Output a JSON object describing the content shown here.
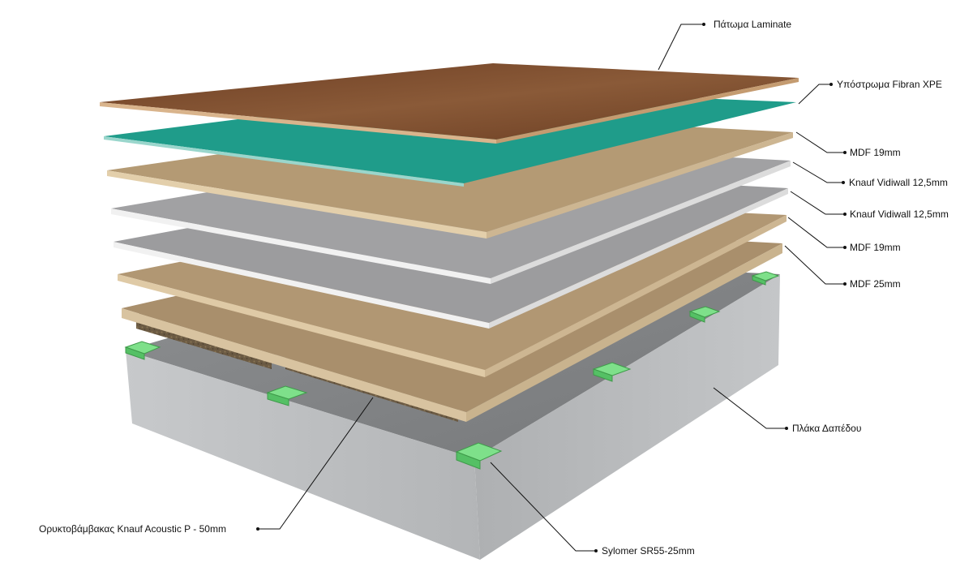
{
  "diagram": {
    "layers": [
      {
        "id": "laminate",
        "label": "Πάτωμα Laminate",
        "color": "#7a4a2c"
      },
      {
        "id": "underlay",
        "label": "Υπόστρωμα Fibran XPE",
        "color": "#1f9c8a"
      },
      {
        "id": "mdf19-top",
        "label": "MDF 19mm",
        "color": "#b49a74"
      },
      {
        "id": "vidiwall-1",
        "label": "Knauf Vidiwall 12,5mm",
        "color": "#a1a1a3"
      },
      {
        "id": "vidiwall-2",
        "label": "Knauf Vidiwall 12,5mm",
        "color": "#9c9c9e"
      },
      {
        "id": "mdf19-bottom",
        "label": "MDF 19mm",
        "color": "#b19773"
      },
      {
        "id": "mdf25",
        "label": "MDF 25mm",
        "color": "#a98f6c"
      }
    ],
    "slab": {
      "label": "Πλάκα Δαπέδου",
      "color": "#b9bbbd"
    },
    "insulation": {
      "label": "Ορυκτοβάμβακας Knauf Acoustic P - 50mm",
      "color": "#6b5a43"
    },
    "pads": {
      "label": "Sylomer SR55-25mm",
      "color": "#7ee08a"
    }
  }
}
